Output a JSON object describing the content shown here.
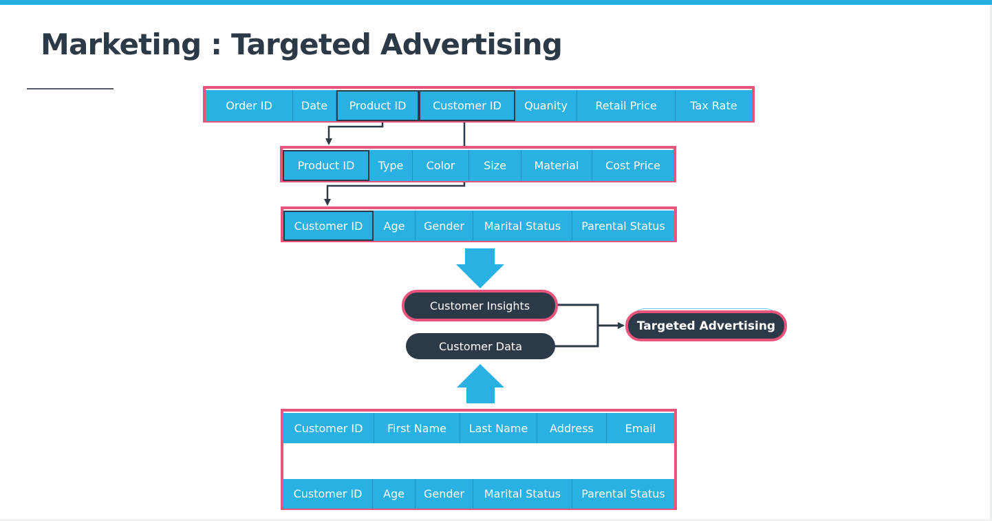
{
  "title": "Marketing : Targeted Advertising",
  "tables": {
    "orders": [
      "Order ID",
      "Date",
      "Product ID",
      "Customer ID",
      "Quanity",
      "Retail Price",
      "Tax Rate"
    ],
    "products": [
      "Product ID",
      "Type",
      "Color",
      "Size",
      "Material",
      "Cost Price"
    ],
    "demographics": [
      "Customer ID",
      "Age",
      "Gender",
      "Marital Status",
      "Parental Status"
    ],
    "customer_contact": [
      "Customer ID",
      "First Name",
      "Last Name",
      "Address",
      "Email"
    ],
    "customer_demographics": [
      "Customer ID",
      "Age",
      "Gender",
      "Marital Status",
      "Parental Status"
    ]
  },
  "nodes": {
    "insights": "Customer Insights",
    "data": "Customer Data",
    "target": "Targeted Advertising"
  },
  "colors": {
    "accent_blue": "#28b1e2",
    "highlight_pink": "#e8547c",
    "dark_slate": "#2c3946"
  },
  "icons": {
    "down_arrow": "block-arrow-down-icon",
    "up_arrow": "block-arrow-up-icon",
    "plus": "plus-icon"
  }
}
